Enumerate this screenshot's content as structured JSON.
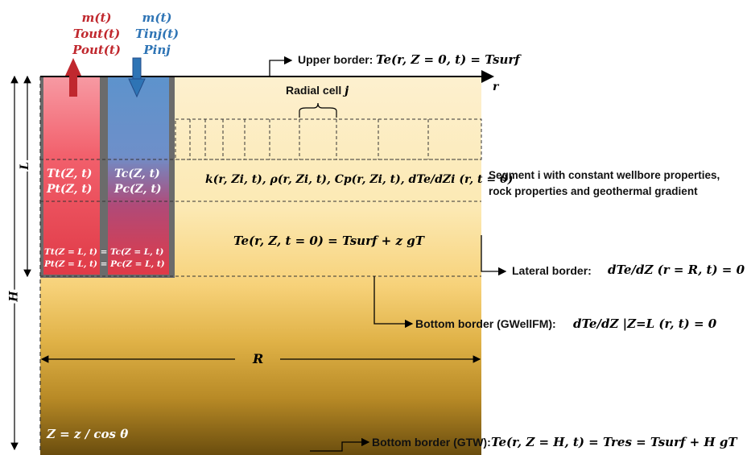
{
  "colors": {
    "outflow": "#c0282e",
    "injection": "#2e74b5",
    "rock_top": "#fdf0cf",
    "rock_bottom": "#6a4d0e"
  },
  "top_left": {
    "out_m": "m(t)",
    "out_T": "Tout(t)",
    "out_P": "Pout(t)",
    "inj_m": "m(t)",
    "inj_T": "Tinj(t)",
    "inj_P": "Pinj"
  },
  "upper_border": {
    "label": "Upper border:",
    "formula": "Te(r, Z = 0, t) = Tsurf"
  },
  "r_axis": "r",
  "radial_cell": {
    "label": "Radial cell",
    "index": "j"
  },
  "well": {
    "tube_T": "Tt(Z, t)",
    "tube_P": "Pt(Z, t)",
    "ann_T": "Tc(Z, t)",
    "ann_P": "Pc(Z, t)",
    "bc_T": "Tt(Z = L, t) = Tc(Z = L, t)",
    "bc_P": "Pt(Z = L, t) = Pc(Z = L, t)"
  },
  "segment": {
    "formula": "k(r, Zi, t), ρ(r, Zi, t), Cp(r, Zi, t), dTe/dZi (r, t = 0)",
    "label_line1": "Segment i with constant wellbore properties,",
    "label_line2": "rock properties and geothermal gradient"
  },
  "initial_condition": "Te(r, Z, t = 0) = Tsurf + z gT",
  "lateral_border": {
    "label": "Lateral border:",
    "formula": "dTe/dZ (r = R, t) = 0"
  },
  "bottom_gwellfm": {
    "label": "Bottom border (GWellFM):",
    "formula": "dTe/dZ |Z=L (r, t) = 0"
  },
  "R_label": "R",
  "L_label": "L",
  "H_label": "H",
  "Z_def": "Z = z / cos θ",
  "bottom_gtw": {
    "label": "Bottom border (GTW):",
    "formula": "Te(r, Z = H, t) = Tres = Tsurf + H gT"
  }
}
